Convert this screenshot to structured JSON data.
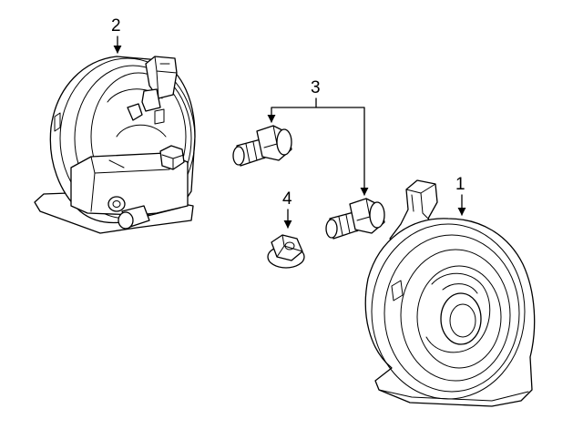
{
  "callouts": {
    "horn_high": "1",
    "horn_low": "2",
    "bolts": "3",
    "nut": "4"
  }
}
